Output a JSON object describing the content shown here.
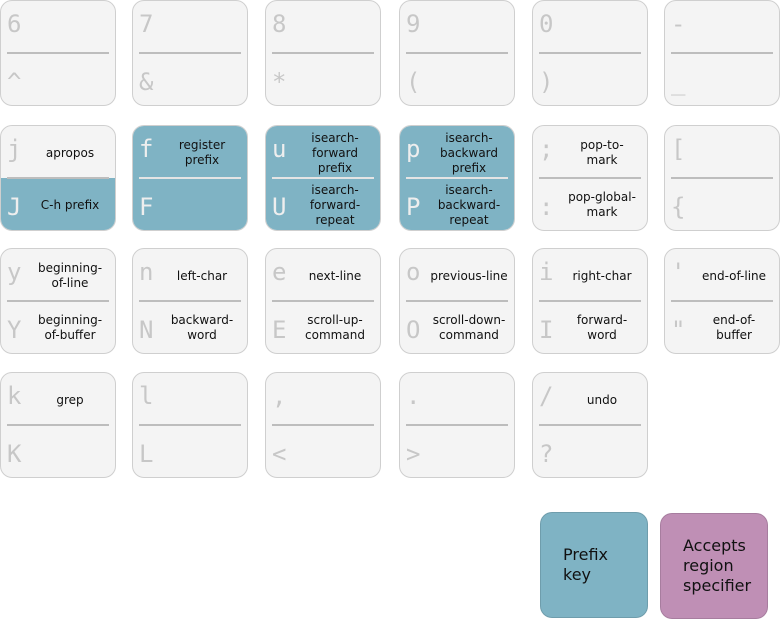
{
  "colors": {
    "prefix": "#7fb3c4",
    "region": "#bf8fb5",
    "key_bg": "#f4f4f4",
    "char": "#c7c7c7"
  },
  "keys": [
    {
      "upper": {
        "char": "6",
        "label": ""
      },
      "lower": {
        "char": "^",
        "label": ""
      }
    },
    {
      "upper": {
        "char": "7",
        "label": ""
      },
      "lower": {
        "char": "&",
        "label": ""
      }
    },
    {
      "upper": {
        "char": "8",
        "label": ""
      },
      "lower": {
        "char": "*",
        "label": ""
      }
    },
    {
      "upper": {
        "char": "9",
        "label": ""
      },
      "lower": {
        "char": "(",
        "label": ""
      }
    },
    {
      "upper": {
        "char": "0",
        "label": ""
      },
      "lower": {
        "char": ")",
        "label": ""
      }
    },
    {
      "upper": {
        "char": "-",
        "label": ""
      },
      "lower": {
        "char": "_",
        "label": ""
      }
    },
    {
      "upper": {
        "char": "j",
        "label": "apropos"
      },
      "lower": {
        "char": "J",
        "label": "C-h prefix",
        "kind": "prefix"
      }
    },
    {
      "upper": {
        "char": "f",
        "label": "register\nprefix",
        "kind": "prefix"
      },
      "lower": {
        "char": "F",
        "label": "",
        "kind": "prefix"
      }
    },
    {
      "upper": {
        "char": "u",
        "label": "isearch-\nforward\nprefix",
        "kind": "prefix"
      },
      "lower": {
        "char": "U",
        "label": "isearch-\nforward-\nrepeat",
        "kind": "prefix"
      }
    },
    {
      "upper": {
        "char": "p",
        "label": "isearch-\nbackward\nprefix",
        "kind": "prefix"
      },
      "lower": {
        "char": "P",
        "label": "isearch-\nbackward-\nrepeat",
        "kind": "prefix"
      }
    },
    {
      "upper": {
        "char": ";",
        "label": "pop-to-\nmark"
      },
      "lower": {
        "char": ":",
        "label": "pop-global-\nmark"
      }
    },
    {
      "upper": {
        "char": "[",
        "label": ""
      },
      "lower": {
        "char": "{",
        "label": ""
      }
    },
    {
      "upper": {
        "char": "y",
        "label": "beginning-\nof-line"
      },
      "lower": {
        "char": "Y",
        "label": "beginning-\nof-buffer"
      }
    },
    {
      "upper": {
        "char": "n",
        "label": "left-char"
      },
      "lower": {
        "char": "N",
        "label": "backward-\nword"
      }
    },
    {
      "upper": {
        "char": "e",
        "label": "next-line"
      },
      "lower": {
        "char": "E",
        "label": "scroll-up-\ncommand"
      }
    },
    {
      "upper": {
        "char": "o",
        "label": "previous-line"
      },
      "lower": {
        "char": "O",
        "label": "scroll-down-\ncommand"
      }
    },
    {
      "upper": {
        "char": "i",
        "label": "right-char"
      },
      "lower": {
        "char": "I",
        "label": "forward-word"
      }
    },
    {
      "upper": {
        "char": "'",
        "label": "end-of-line"
      },
      "lower": {
        "char": "\"",
        "label": "end-of-buffer"
      }
    },
    {
      "upper": {
        "char": "k",
        "label": "grep"
      },
      "lower": {
        "char": "K",
        "label": ""
      }
    },
    {
      "upper": {
        "char": "l",
        "label": ""
      },
      "lower": {
        "char": "L",
        "label": ""
      }
    },
    {
      "upper": {
        "char": ",",
        "label": ""
      },
      "lower": {
        "char": "<",
        "label": ""
      }
    },
    {
      "upper": {
        "char": ".",
        "label": ""
      },
      "lower": {
        "char": ">",
        "label": ""
      }
    },
    {
      "upper": {
        "char": "/",
        "label": "undo"
      },
      "lower": {
        "char": "?",
        "label": ""
      }
    }
  ],
  "legend": {
    "prefix": "Prefix\nkey",
    "region": "Accepts\nregion\nspecifier"
  }
}
